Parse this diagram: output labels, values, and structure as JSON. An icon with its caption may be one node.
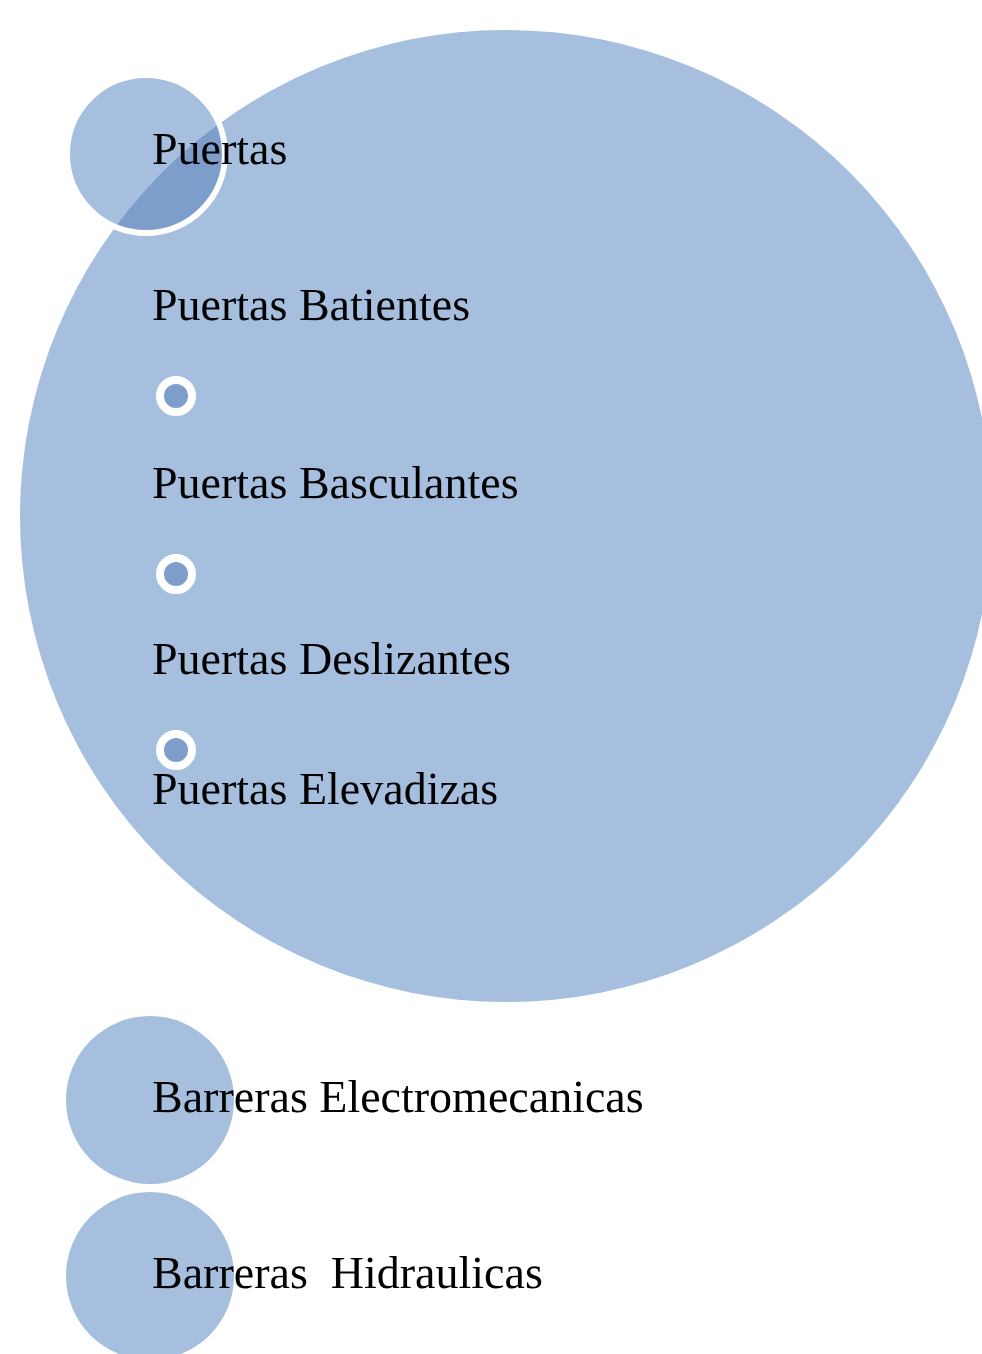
{
  "diagram": {
    "nodes": [
      {
        "text": [
          "Puertas"
        ]
      },
      {
        "text": [
          "Puertas Batientes",
          "Puertas Basculantes",
          "Puertas Deslizantes",
          "Puertas Elevadizas"
        ]
      },
      {
        "text": [],
        "shape": "circle",
        "in": 1
      },
      {
        "text": [],
        "shape": "circle",
        "in": 1
      },
      {
        "text": [],
        "shape": "circle",
        "in": 1
      },
      {
        "text": [
          "Barreras Electromecanicas"
        ]
      },
      {
        "text": [
          "Barreras  Hidraulicas"
        ]
      }
    ]
  }
}
